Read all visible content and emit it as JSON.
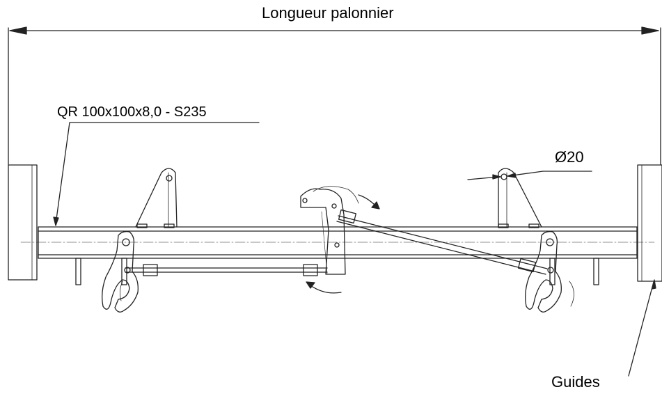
{
  "drawing": {
    "labels": {
      "overall_length": "Longueur palonnier",
      "beam_profile": "QR 100x100x8,0 - S235",
      "pin_diameter": "Ø20",
      "guides": "Guides"
    },
    "colors": {
      "line": "#222222",
      "background": "#ffffff"
    }
  }
}
